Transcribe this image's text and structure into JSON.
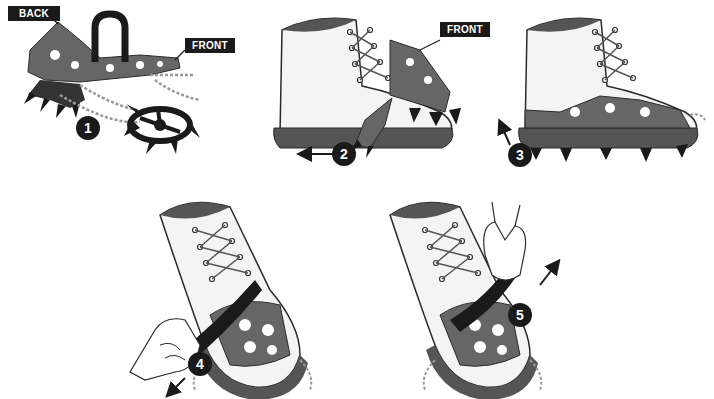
{
  "diagram": {
    "nodes": [
      {
        "text": [
          "BACK"
        ]
      },
      {
        "text": [
          "FRONT"
        ]
      },
      {
        "text": [
          "FRONT"
        ]
      },
      {
        "text": [
          "1"
        ]
      },
      {
        "text": [
          "2"
        ]
      },
      {
        "text": [
          "3"
        ]
      },
      {
        "text": [
          "4"
        ]
      },
      {
        "text": [
          "5"
        ]
      }
    ]
  }
}
